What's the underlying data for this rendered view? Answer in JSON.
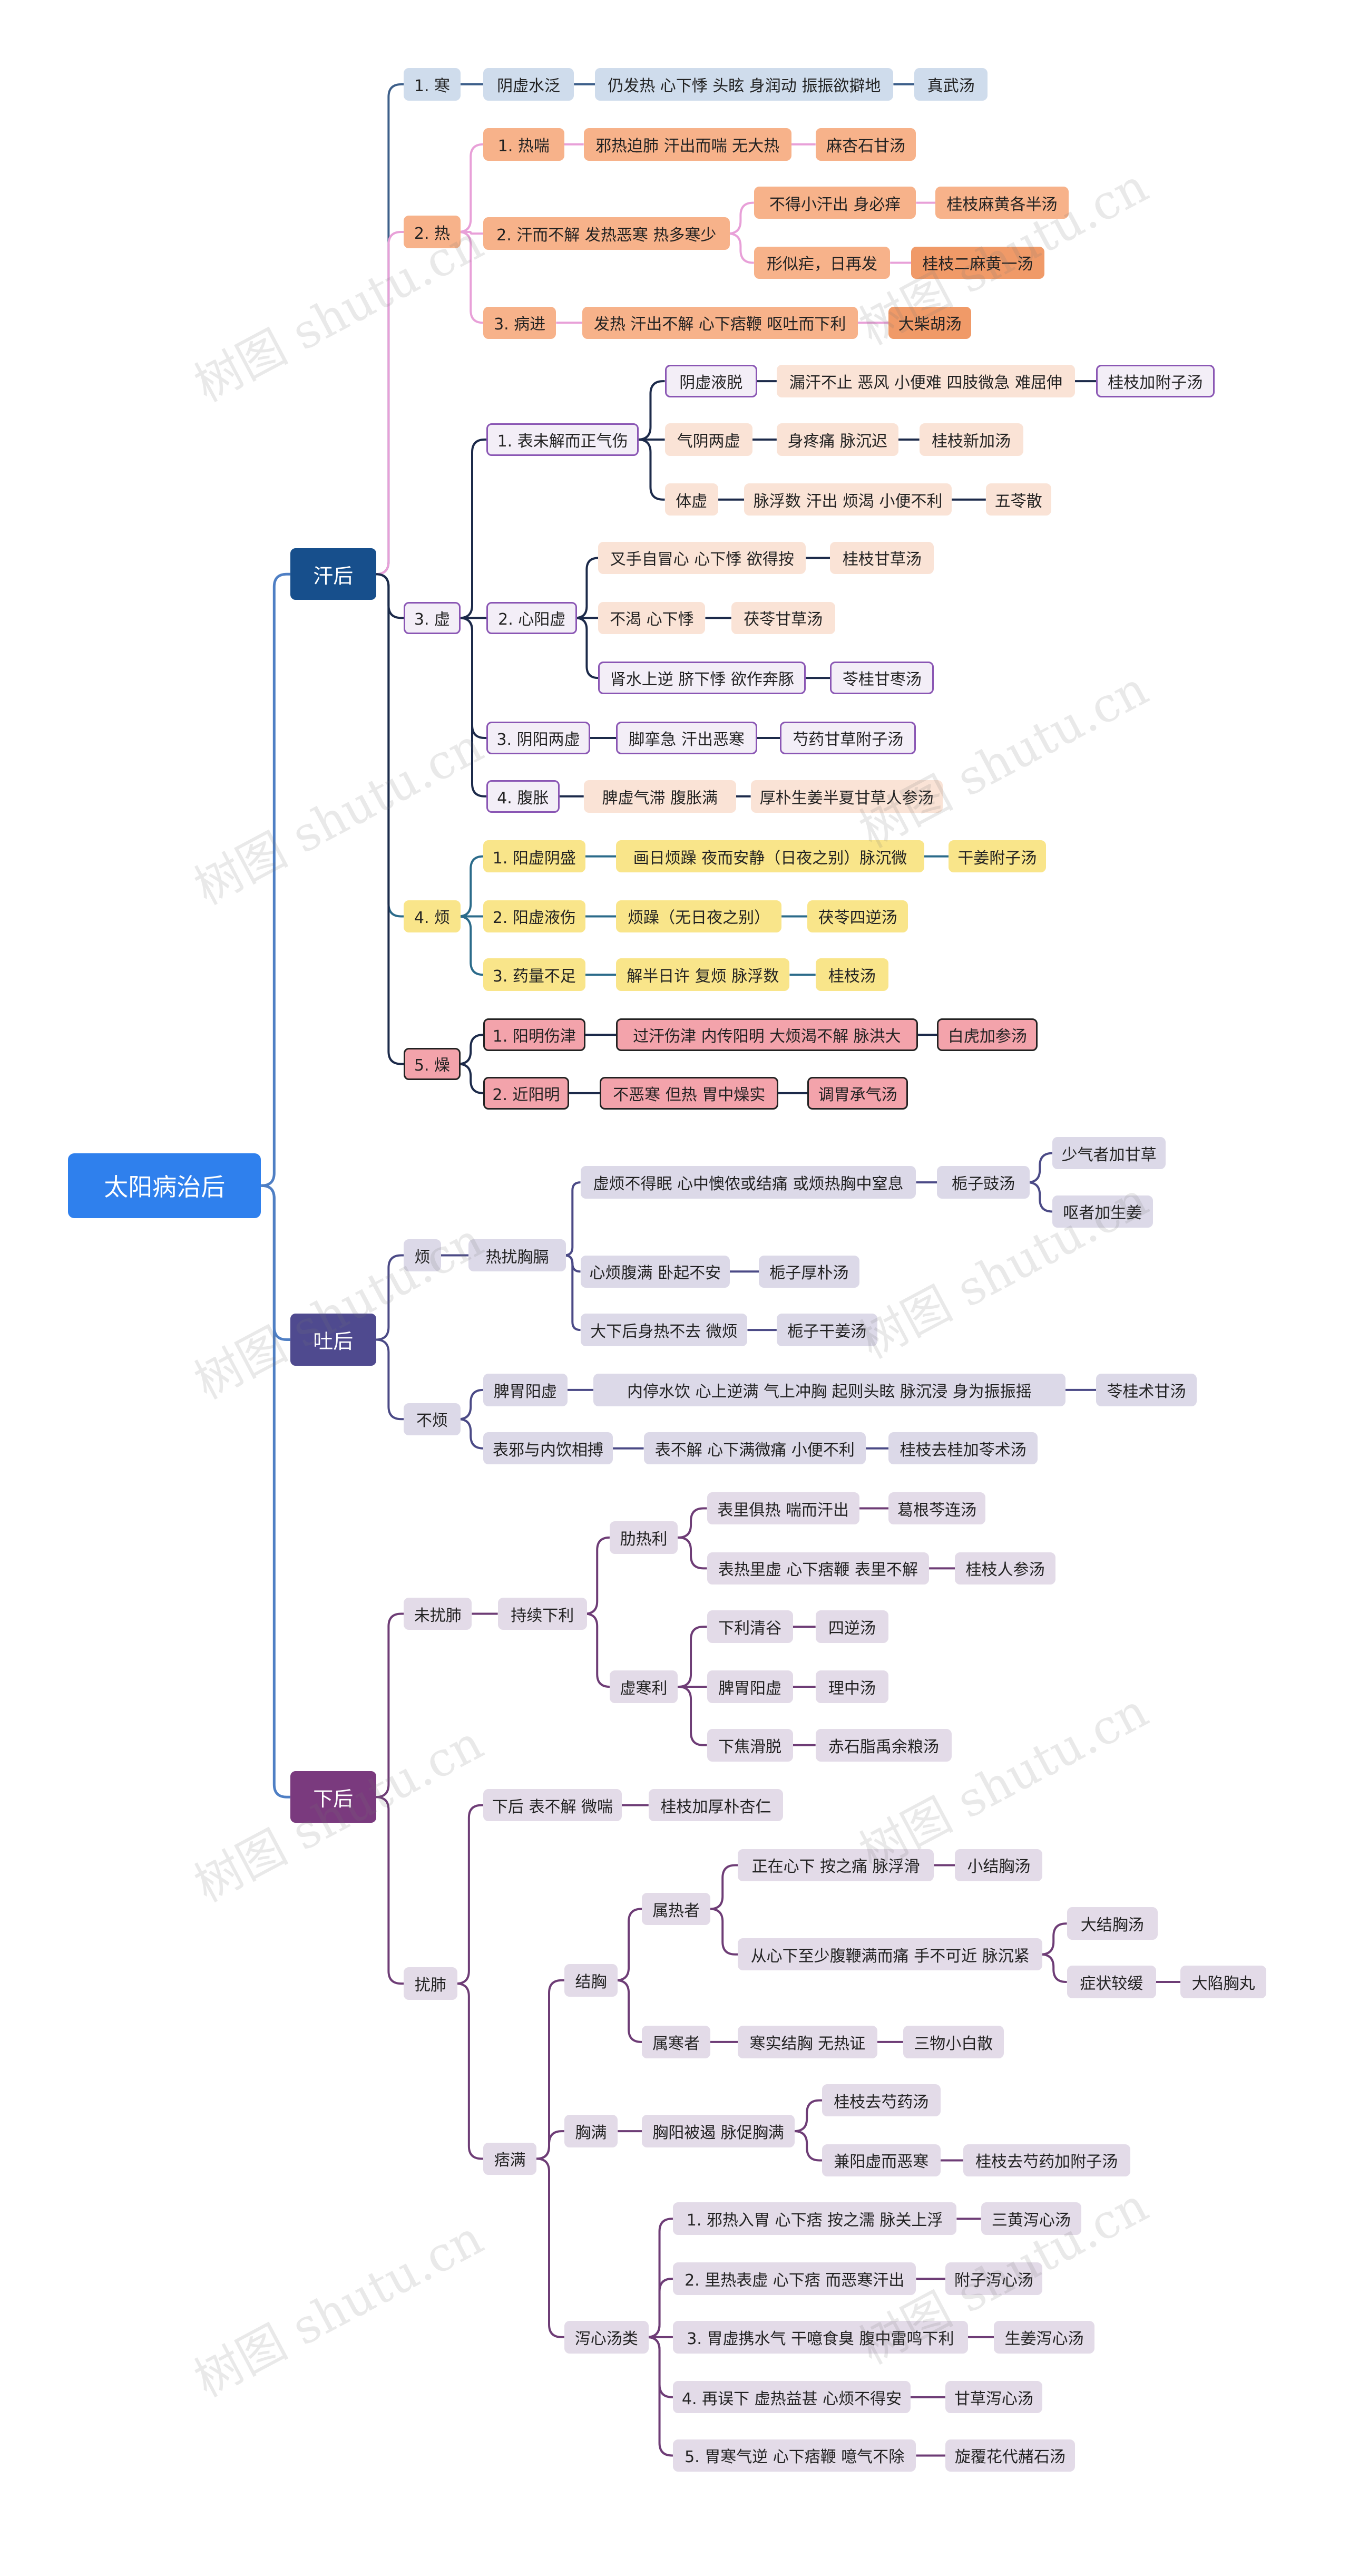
{
  "root": "太阳病治后",
  "watermark": "树图 shutu.cn",
  "colors": {
    "root": "#2f80ed",
    "hanhou": "#174f8c",
    "tuhou": "#4f4a8f",
    "xiahou": "#7a3a7e"
  },
  "nodes": {
    "root": "太阳病治后",
    "a": "汗后",
    "a1": "1. 寒",
    "a1a": "阴虚水泛",
    "a1b": "仍发热 心下悸 头眩 身润动 振振欲擗地",
    "a1c": "真武汤",
    "a2": "2. 热",
    "a2a": "1. 热喘",
    "a2a1": "邪热迫肺 汗出而喘 无大热",
    "a2a2": "麻杏石甘汤",
    "a2b": "2. 汗而不解 发热恶寒 热多寒少",
    "a2b1": "不得小汗出 身必痒",
    "a2b1a": "桂枝麻黄各半汤",
    "a2b2": "形似疟，日再发",
    "a2b2a": "桂枝二麻黄一汤",
    "a2c": "3. 病进",
    "a2c1": "发热 汗出不解 心下痞鞭 呕吐而下利",
    "a2c2": "大柴胡汤",
    "a3": "3. 虚",
    "a3a": "1. 表未解而正气伤",
    "a3a1": "阴虚液脱",
    "a3a1a": "漏汗不止 恶风 小便难 四肢微急 难屈伸",
    "a3a1b": "桂枝加附子汤",
    "a3a2": "气阴两虚",
    "a3a2a": "身疼痛 脉沉迟",
    "a3a2b": "桂枝新加汤",
    "a3a3": "体虚",
    "a3a3a": "脉浮数 汗出 烦渴 小便不利",
    "a3a3b": "五苓散",
    "a3b": "2. 心阳虚",
    "a3b1": "叉手自冒心 心下悸 欲得按",
    "a3b1a": "桂枝甘草汤",
    "a3b2": "不渴 心下悸",
    "a3b2a": "茯苓甘草汤",
    "a3b3": "肾水上逆 脐下悸 欲作奔豚",
    "a3b3a": "苓桂甘枣汤",
    "a3c": "3. 阴阳两虚",
    "a3c1": "脚挛急 汗出恶寒",
    "a3c2": "芍药甘草附子汤",
    "a3d": "4. 腹胀",
    "a3d1": "脾虚气滞 腹胀满",
    "a3d2": "厚朴生姜半夏甘草人参汤",
    "a4": "4. 烦",
    "a4a": "1. 阳虚阴盛",
    "a4a1": "画日烦躁 夜而安静（日夜之别）脉沉微",
    "a4a2": "干姜附子汤",
    "a4b": "2. 阳虚液伤",
    "a4b1": "烦躁（无日夜之别）",
    "a4b2": "茯苓四逆汤",
    "a4c": "3. 药量不足",
    "a4c1": "解半日许 复烦 脉浮数",
    "a4c2": "桂枝汤",
    "a5": "5. 燥",
    "a5a": "1. 阳明伤津",
    "a5a1": "过汗伤津 内传阳明 大烦渴不解 脉洪大",
    "a5a2": "白虎加参汤",
    "a5b": "2. 近阳明",
    "a5b1": "不恶寒 但热 胃中燥实",
    "a5b2": "调胃承气汤",
    "b": "吐后",
    "b1": "烦",
    "b1a": "热扰胸膈",
    "b1a1": "虚烦不得眠 心中懊侬或结痛 或烦热胸中窒息",
    "b1a1a": "栀子豉汤",
    "b1a1a1": "少气者加甘草",
    "b1a1a2": "呕者加生姜",
    "b1a2": "心烦腹满 卧起不安",
    "b1a2a": "栀子厚朴汤",
    "b1a3": "大下后身热不去 微烦",
    "b1a3a": "栀子干姜汤",
    "b2": "不烦",
    "b2a": "脾胃阳虚",
    "b2a1": "内停水饮 心上逆满 气上冲胸 起则头眩 脉沉浸 身为振振摇",
    "b2a2": "苓桂术甘汤",
    "b2b": "表邪与内饮相搏",
    "b2b1": "表不解 心下满微痛 小便不利",
    "b2b2": "桂枝去桂加苓术汤",
    "c": "下后",
    "c1": "未扰肺",
    "c1a": "持续下利",
    "c1a1": "肋热利",
    "c1a1a": "表里俱热 喘而汗出",
    "c1a1a1": "葛根芩连汤",
    "c1a1b": "表热里虚 心下痞鞭 表里不解",
    "c1a1b1": "桂枝人参汤",
    "c1a2": "虚寒利",
    "c1a2a": "下利清谷",
    "c1a2a1": "四逆汤",
    "c1a2b": "脾胃阳虚",
    "c1a2b1": "理中汤",
    "c1a2c": "下焦滑脱",
    "c1a2c1": "赤石脂禹余粮汤",
    "c2": "扰肺",
    "c2a": "下后 表不解 微喘",
    "c2a1": "桂枝加厚朴杏仁",
    "c2b": "痞满",
    "c2b1": "结胸",
    "c2b1a": "属热者",
    "c2b1a1": "正在心下 按之痛 脉浮滑",
    "c2b1a1a": "小结胸汤",
    "c2b1a2": "从心下至少腹鞭满而痛 手不可近 脉沉紧",
    "c2b1a2a": "大结胸汤",
    "c2b1a2b": "症状较缓",
    "c2b1a2b1": "大陷胸丸",
    "c2b1b": "属寒者",
    "c2b1b1": "寒实结胸 无热证",
    "c2b1b2": "三物小白散",
    "c2b2": "胸满",
    "c2b2a": "胸阳被遏 脉促胸满",
    "c2b2a1": "桂枝去芍药汤",
    "c2b2a2": "兼阳虚而恶寒",
    "c2b2a2a": "桂枝去芍药加附子汤",
    "c2b3": "泻心汤类",
    "c2b3a": "1. 邪热入胃 心下痞 按之濡 脉关上浮",
    "c2b3a1": "三黄泻心汤",
    "c2b3b": "2. 里热表虚 心下痞 而恶寒汗出",
    "c2b3b1": "附子泻心汤",
    "c2b3c": "3. 胃虚携水气  干噫食臭 腹中雷鸣下利",
    "c2b3c1": "生姜泻心汤",
    "c2b3d": "4. 再误下 虚热益甚 心烦不得安",
    "c2b3d1": "甘草泻心汤",
    "c2b3e": "5. 胃寒气逆 心下痞鞭 噫气不除",
    "c2b3e1": "旋覆花代赭石汤"
  }
}
